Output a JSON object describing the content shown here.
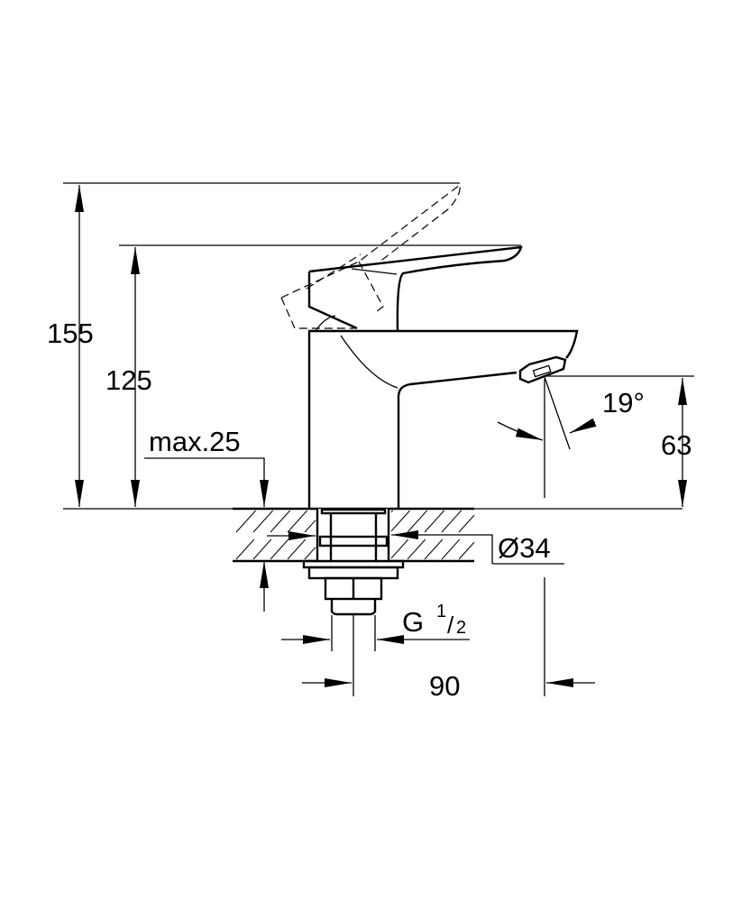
{
  "drawing": {
    "dimensions": {
      "total_height": "155",
      "lever_height": "125",
      "max_thickness": "max.25",
      "spout_angle": "19°",
      "spout_height": "63",
      "hole_diameter": "Ø34",
      "thread_prefix": "G",
      "thread_num": "1",
      "thread_den": "2",
      "reach": "90"
    }
  }
}
